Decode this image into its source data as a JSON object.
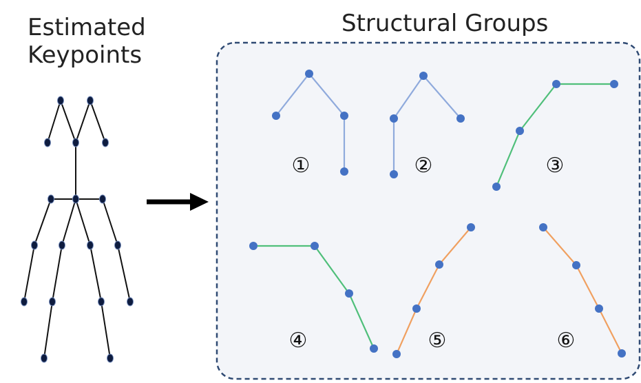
{
  "left_title": {
    "line1": "Estimated",
    "line2": "Keypoints"
  },
  "right_title": "Structural Groups",
  "colors": {
    "background": "#ffffff",
    "panel_fill": "#f3f5f9",
    "panel_border": "#2f4a73",
    "skeleton_line": "#111111",
    "keypoint_fill": "#0e1c3f",
    "group_point": "#4472c4",
    "group_line_blue": "#8faadc",
    "group_line_green": "#4fbf7a",
    "group_line_orange": "#f0a060",
    "arrow": "#000000"
  },
  "icons": {
    "arrow": "right-arrow-icon"
  },
  "groups": [
    {
      "label": "①",
      "line_color": "blue"
    },
    {
      "label": "②",
      "line_color": "blue"
    },
    {
      "label": "③",
      "line_color": "green"
    },
    {
      "label": "④",
      "line_color": "green"
    },
    {
      "label": "⑤",
      "line_color": "orange"
    },
    {
      "label": "⑥",
      "line_color": "orange"
    }
  ]
}
